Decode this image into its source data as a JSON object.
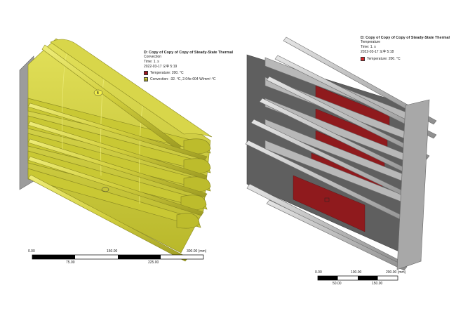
{
  "left_panel": {
    "title": "D: Copy of Copy of Copy of Steady-State Thermal",
    "subtitle": "Convection",
    "time": "Time: 1. s",
    "date": "2022-03-17 오후 5:19",
    "legend": [
      {
        "marker": "",
        "text": "Temperature: 200. °C",
        "color": "#a0141c"
      },
      {
        "marker": "B",
        "text": "Convection: -32. °C, 2.04e-004 W/mm²·°C",
        "color": "#e2de3a"
      }
    ],
    "scale": {
      "top_ticks": [
        "0.00",
        "150.00",
        "300.00 (mm)"
      ],
      "bottom_ticks": [
        "75.00",
        "225.00"
      ]
    }
  },
  "right_panel": {
    "title": "D: Copy of Copy of Copy of Steady-State Thermal",
    "subtitle": "Temperature",
    "time": "Time: 1. s",
    "date": "2022-03-17 오후 5:18",
    "legend": [
      {
        "text": "Temperature: 200. °C",
        "color": "#d7262b"
      }
    ],
    "scale": {
      "top_ticks": [
        "0.00",
        "100.00",
        "200.00 (mm)"
      ],
      "bottom_ticks": [
        "50.00",
        "150.00"
      ]
    }
  },
  "colors": {
    "body_yellow": "#cfcf3a",
    "pipe_yellow": "#d6d341",
    "heat_red": "#8f1a1d",
    "gray_dark": "#5a5a5a",
    "gray_light": "#b9b9b9"
  }
}
